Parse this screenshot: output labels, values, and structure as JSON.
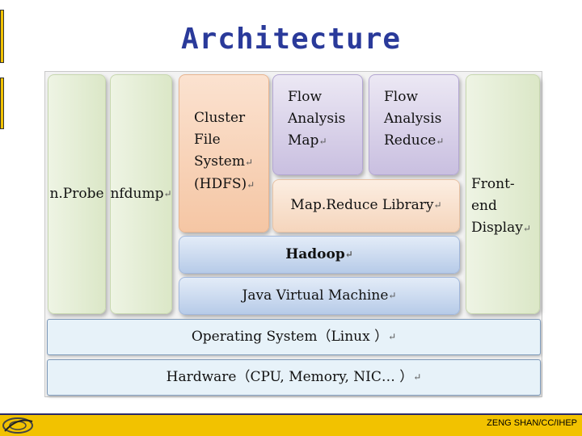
{
  "title": "Architecture",
  "footer": "ZENG SHAN/CC/IHEP",
  "return_mark": "↵",
  "diagram": {
    "nprobe": "n.Probe",
    "nfdump": "nfdump",
    "cluster_fs": [
      "Cluster",
      "File",
      "System",
      "(HDFS)"
    ],
    "flow_map": [
      "Flow",
      "Analysis",
      "Map"
    ],
    "flow_reduce": [
      "Flow",
      "Analysis",
      "Reduce"
    ],
    "front_end": [
      "Front-end",
      "Display"
    ],
    "mapreduce_library": "Map.Reduce Library",
    "hadoop": "Hadoop",
    "jvm": "Java Virtual Machine",
    "os": "Operating System（Linux  ）",
    "hardware": "Hardware（CPU, Memory, NIC…  ）"
  }
}
